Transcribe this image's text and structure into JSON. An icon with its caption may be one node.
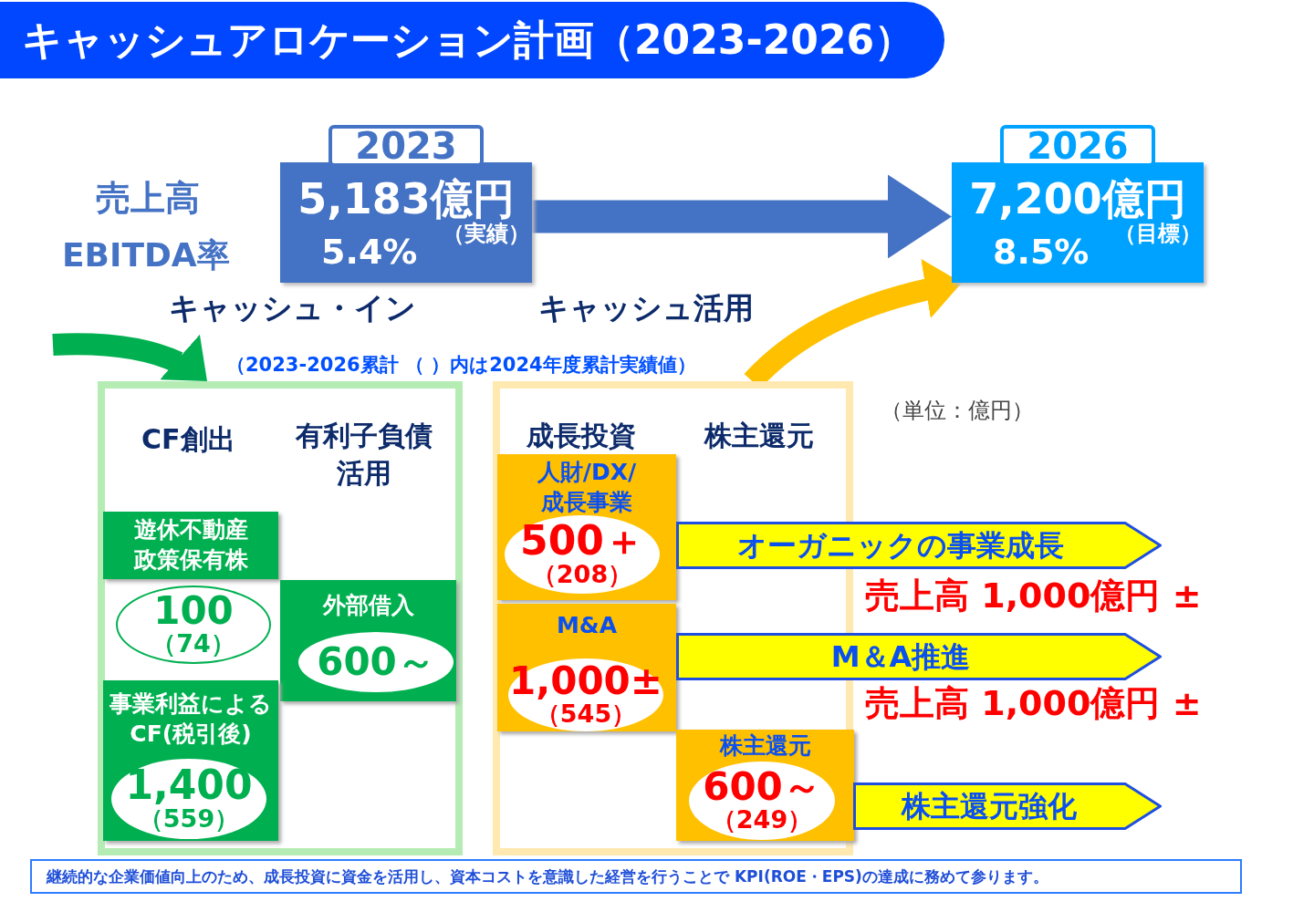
{
  "diagram": {
    "title": "キャッシュアロケーション計画（2023-2026）",
    "caption": "継続的な企業価値向上のため、成長投資に資金を活用し、資本コストを意識した経営を行うことで KPI(ROE・EPS)の達成に務めて参ります。",
    "nodes": [
      {
        "text": [
          "2023",
          "5,183億円",
          "5.4%",
          "（実績）"
        ]
      },
      {
        "text": [
          "2026",
          "7,200億円",
          "8.5%",
          "（目標）"
        ]
      },
      {
        "text": [
          "キャッシュ・イン"
        ]
      },
      {
        "text": [
          "遊休不動産政策保有株"
        ],
        "in": 2
      },
      {
        "text": [
          "100",
          "（74）"
        ],
        "in": 2
      },
      {
        "text": [
          "外部借入"
        ],
        "in": 2
      },
      {
        "text": [
          "600～"
        ],
        "in": 5
      },
      {
        "text": [
          "事業利益によるCF(税引後)"
        ],
        "in": 2
      },
      {
        "text": [
          "1,400",
          "（559）"
        ],
        "in": 7
      },
      {
        "text": [
          "キャッシュ活用"
        ]
      },
      {
        "text": [
          "人財/DX/成長事業"
        ],
        "in": 9
      },
      {
        "text": [
          "500＋",
          "（208）"
        ],
        "in": 10
      },
      {
        "text": [
          "M&A"
        ],
        "in": 9
      },
      {
        "text": [
          "1,000±",
          "（545）"
        ],
        "in": 12
      },
      {
        "text": [
          "株主還元"
        ],
        "in": 9
      },
      {
        "text": [
          "600～",
          "（249）"
        ],
        "in": 14
      },
      {
        "text": [
          "オーガニックの事業成長"
        ],
        "beside": [
          "売上高 1,000億円 ±"
        ]
      },
      {
        "text": [
          "M＆A推進"
        ],
        "beside": [
          "売上高 1,000億円 ±"
        ]
      },
      {
        "text": [
          "株主還元強化"
        ]
      }
    ],
    "edges": [
      {
        "from": 0,
        "to": 1,
        "arrow": "to",
        "color": "#4472c4"
      },
      {
        "from": null,
        "to": 2,
        "arrow": "to",
        "color": "#00b050"
      },
      {
        "from": 9,
        "to": 1,
        "arrow": "to",
        "color": "#ffc000"
      }
    ],
    "labels": [
      "売上高",
      "EBITDA率",
      "（2023-2026累計 （ ）内は2024年度累計実績値）",
      "CF創出",
      "有利子負債活用",
      "成長投資",
      "株主還元",
      "（単位：億円）"
    ]
  }
}
